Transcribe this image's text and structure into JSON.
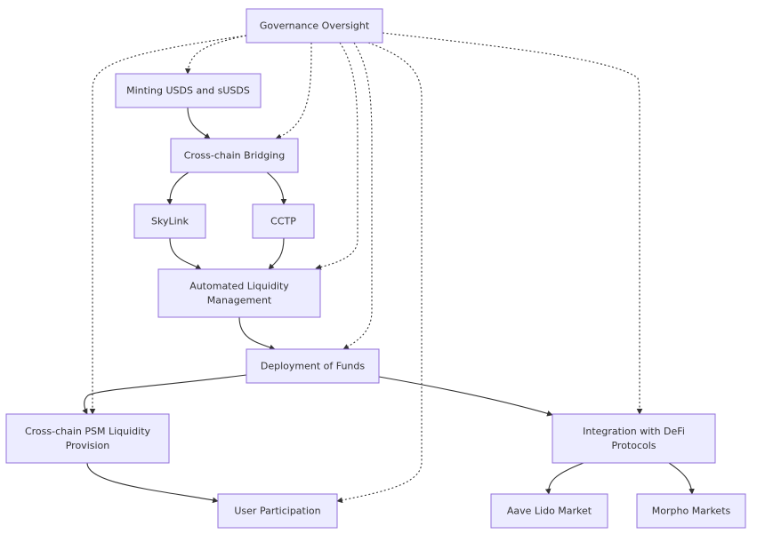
{
  "nodes": {
    "governance": [
      "Governance Oversight"
    ],
    "minting": [
      "Minting USDS and sUSDS"
    ],
    "bridging": [
      "Cross-chain Bridging"
    ],
    "skylink": [
      "SkyLink"
    ],
    "cctp": [
      "CCTP"
    ],
    "liquidity": [
      "Automated Liquidity",
      "Management"
    ],
    "deployment": [
      "Deployment of Funds"
    ],
    "psm": [
      "Cross-chain PSM Liquidity",
      "Provision"
    ],
    "defi": [
      "Integration with DeFi",
      "Protocols"
    ],
    "user": [
      "User Participation"
    ],
    "aave": [
      "Aave Lido Market"
    ],
    "morpho": [
      "Morpho Markets"
    ]
  },
  "edges": [
    {
      "from": "minting",
      "to": "bridging",
      "style": "solid"
    },
    {
      "from": "bridging",
      "to": "skylink",
      "style": "solid"
    },
    {
      "from": "bridging",
      "to": "cctp",
      "style": "solid"
    },
    {
      "from": "skylink",
      "to": "liquidity",
      "style": "solid"
    },
    {
      "from": "cctp",
      "to": "liquidity",
      "style": "solid"
    },
    {
      "from": "liquidity",
      "to": "deployment",
      "style": "solid"
    },
    {
      "from": "deployment",
      "to": "psm",
      "style": "solid"
    },
    {
      "from": "deployment",
      "to": "defi",
      "style": "solid"
    },
    {
      "from": "psm",
      "to": "user",
      "style": "solid"
    },
    {
      "from": "defi",
      "to": "aave",
      "style": "solid"
    },
    {
      "from": "defi",
      "to": "morpho",
      "style": "solid"
    },
    {
      "from": "governance",
      "to": "minting",
      "style": "dotted"
    },
    {
      "from": "governance",
      "to": "bridging",
      "style": "dotted"
    },
    {
      "from": "governance",
      "to": "liquidity",
      "style": "dotted"
    },
    {
      "from": "governance",
      "to": "deployment",
      "style": "dotted"
    },
    {
      "from": "governance",
      "to": "psm",
      "style": "dotted"
    },
    {
      "from": "governance",
      "to": "defi",
      "style": "dotted"
    },
    {
      "from": "governance",
      "to": "user",
      "style": "dotted"
    }
  ]
}
